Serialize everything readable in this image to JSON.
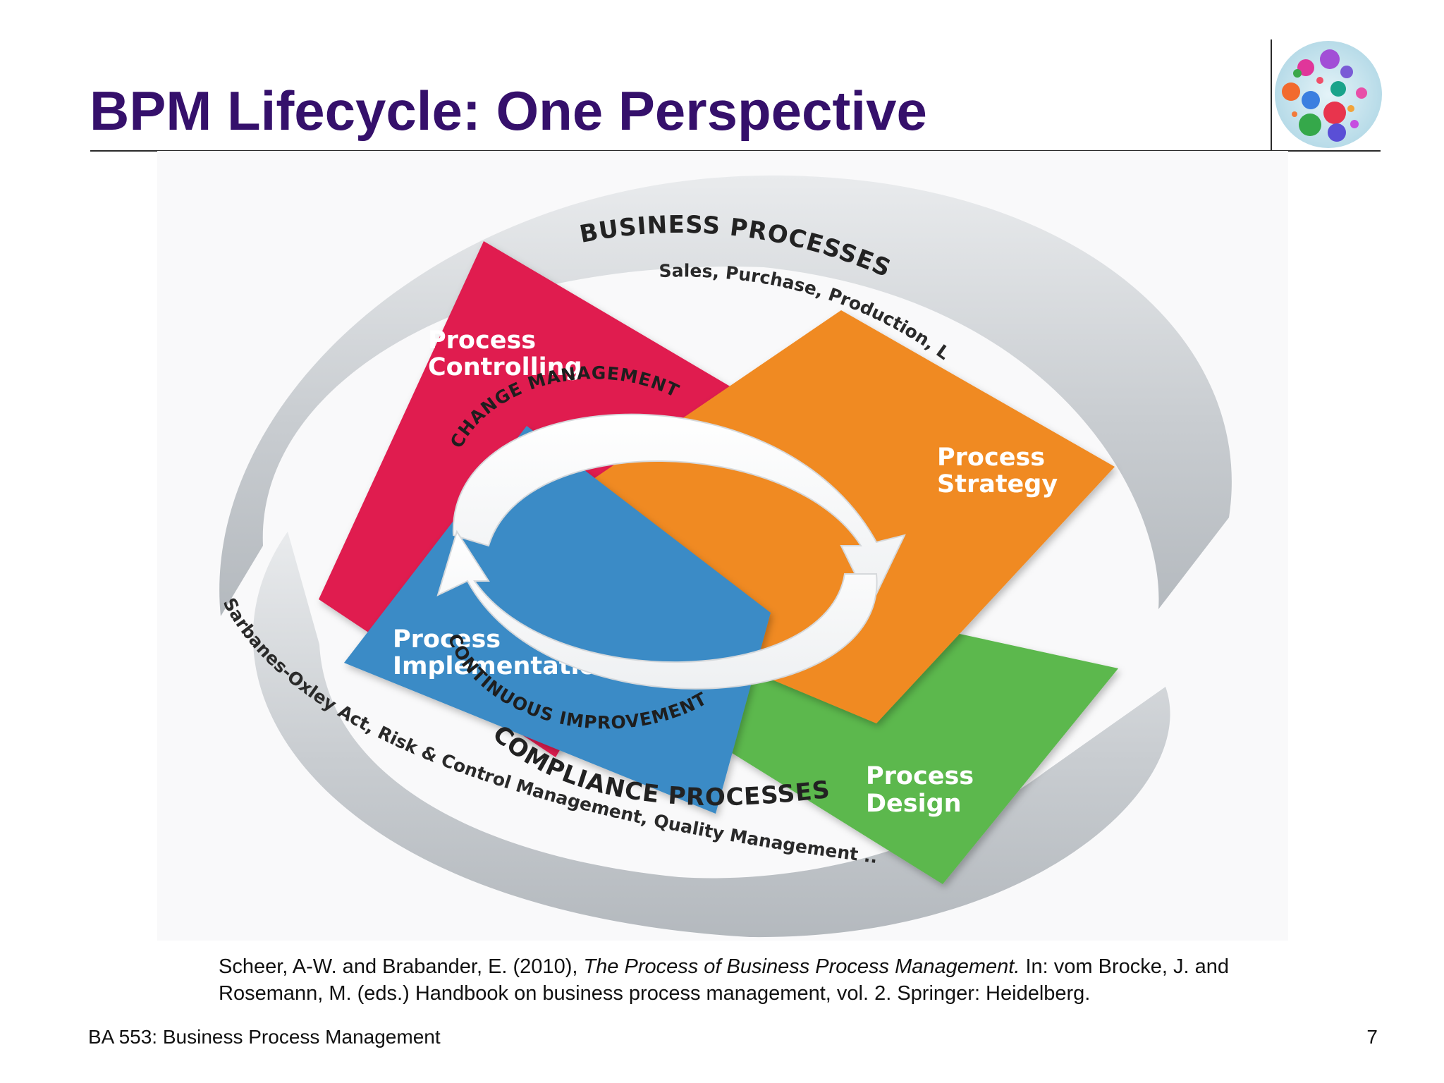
{
  "slide": {
    "title": "BPM Lifecycle: One Perspective"
  },
  "diagram": {
    "outer_ring_top": {
      "title": "BUSINESS PROCESSES",
      "subtitle": "Sales, Purchase, Production, Logistics ..."
    },
    "outer_ring_bottom": {
      "title": "COMPLIANCE PROCESSES",
      "subtitle": "Sarbanes-Oxley Act, Risk & Control Management, Quality Management ..."
    },
    "inner_ring": {
      "top": "CHANGE MANAGEMENT",
      "bottom": "CONTINUOUS IMPROVEMENT"
    },
    "tiles": [
      {
        "line1": "Process",
        "line2": "Controlling",
        "color": "#e01f4f"
      },
      {
        "line1": "Process",
        "line2": "Strategy",
        "color": "#f08a24"
      },
      {
        "line1": "Process",
        "line2": "Implementation",
        "color": "#3b8bc6"
      },
      {
        "line1": "Process",
        "line2": "Design",
        "color": "#5cb84d"
      }
    ]
  },
  "citation": {
    "before": "Scheer, A-W. and Brabander, E. (2010), ",
    "title": "The Process of Business Process Management.",
    "after": " In: vom Brocke, J. and Rosemann, M. (eds.) Handbook on business process management, vol. 2. Springer: Heidelberg."
  },
  "footer": {
    "course": "BA 553: Business Process Management",
    "page": "7"
  }
}
